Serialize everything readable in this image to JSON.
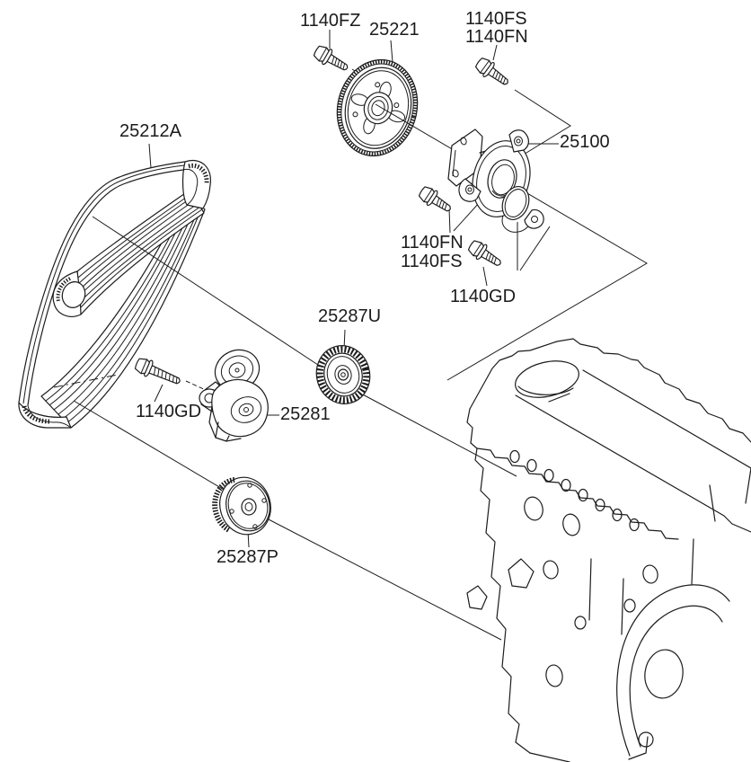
{
  "diagram": {
    "background_color": "#ffffff",
    "line_color": "#1c1c1c",
    "labels": {
      "bolt_1140fz": "1140FZ",
      "pulley_25221": "25221",
      "bolt_1140fs_top": "1140FS",
      "bolt_1140fn_top": "1140FN",
      "belt_25212a": "25212A",
      "pump_25100": "25100",
      "bolt_1140fn_mid": "1140FN",
      "bolt_1140fs_mid": "1140FS",
      "bolt_1140gd_right": "1140GD",
      "idler_25287u": "25287U",
      "bolt_1140gd_left": "1140GD",
      "tensioner_25281": "25281",
      "pulley_25287p": "25287P"
    }
  }
}
